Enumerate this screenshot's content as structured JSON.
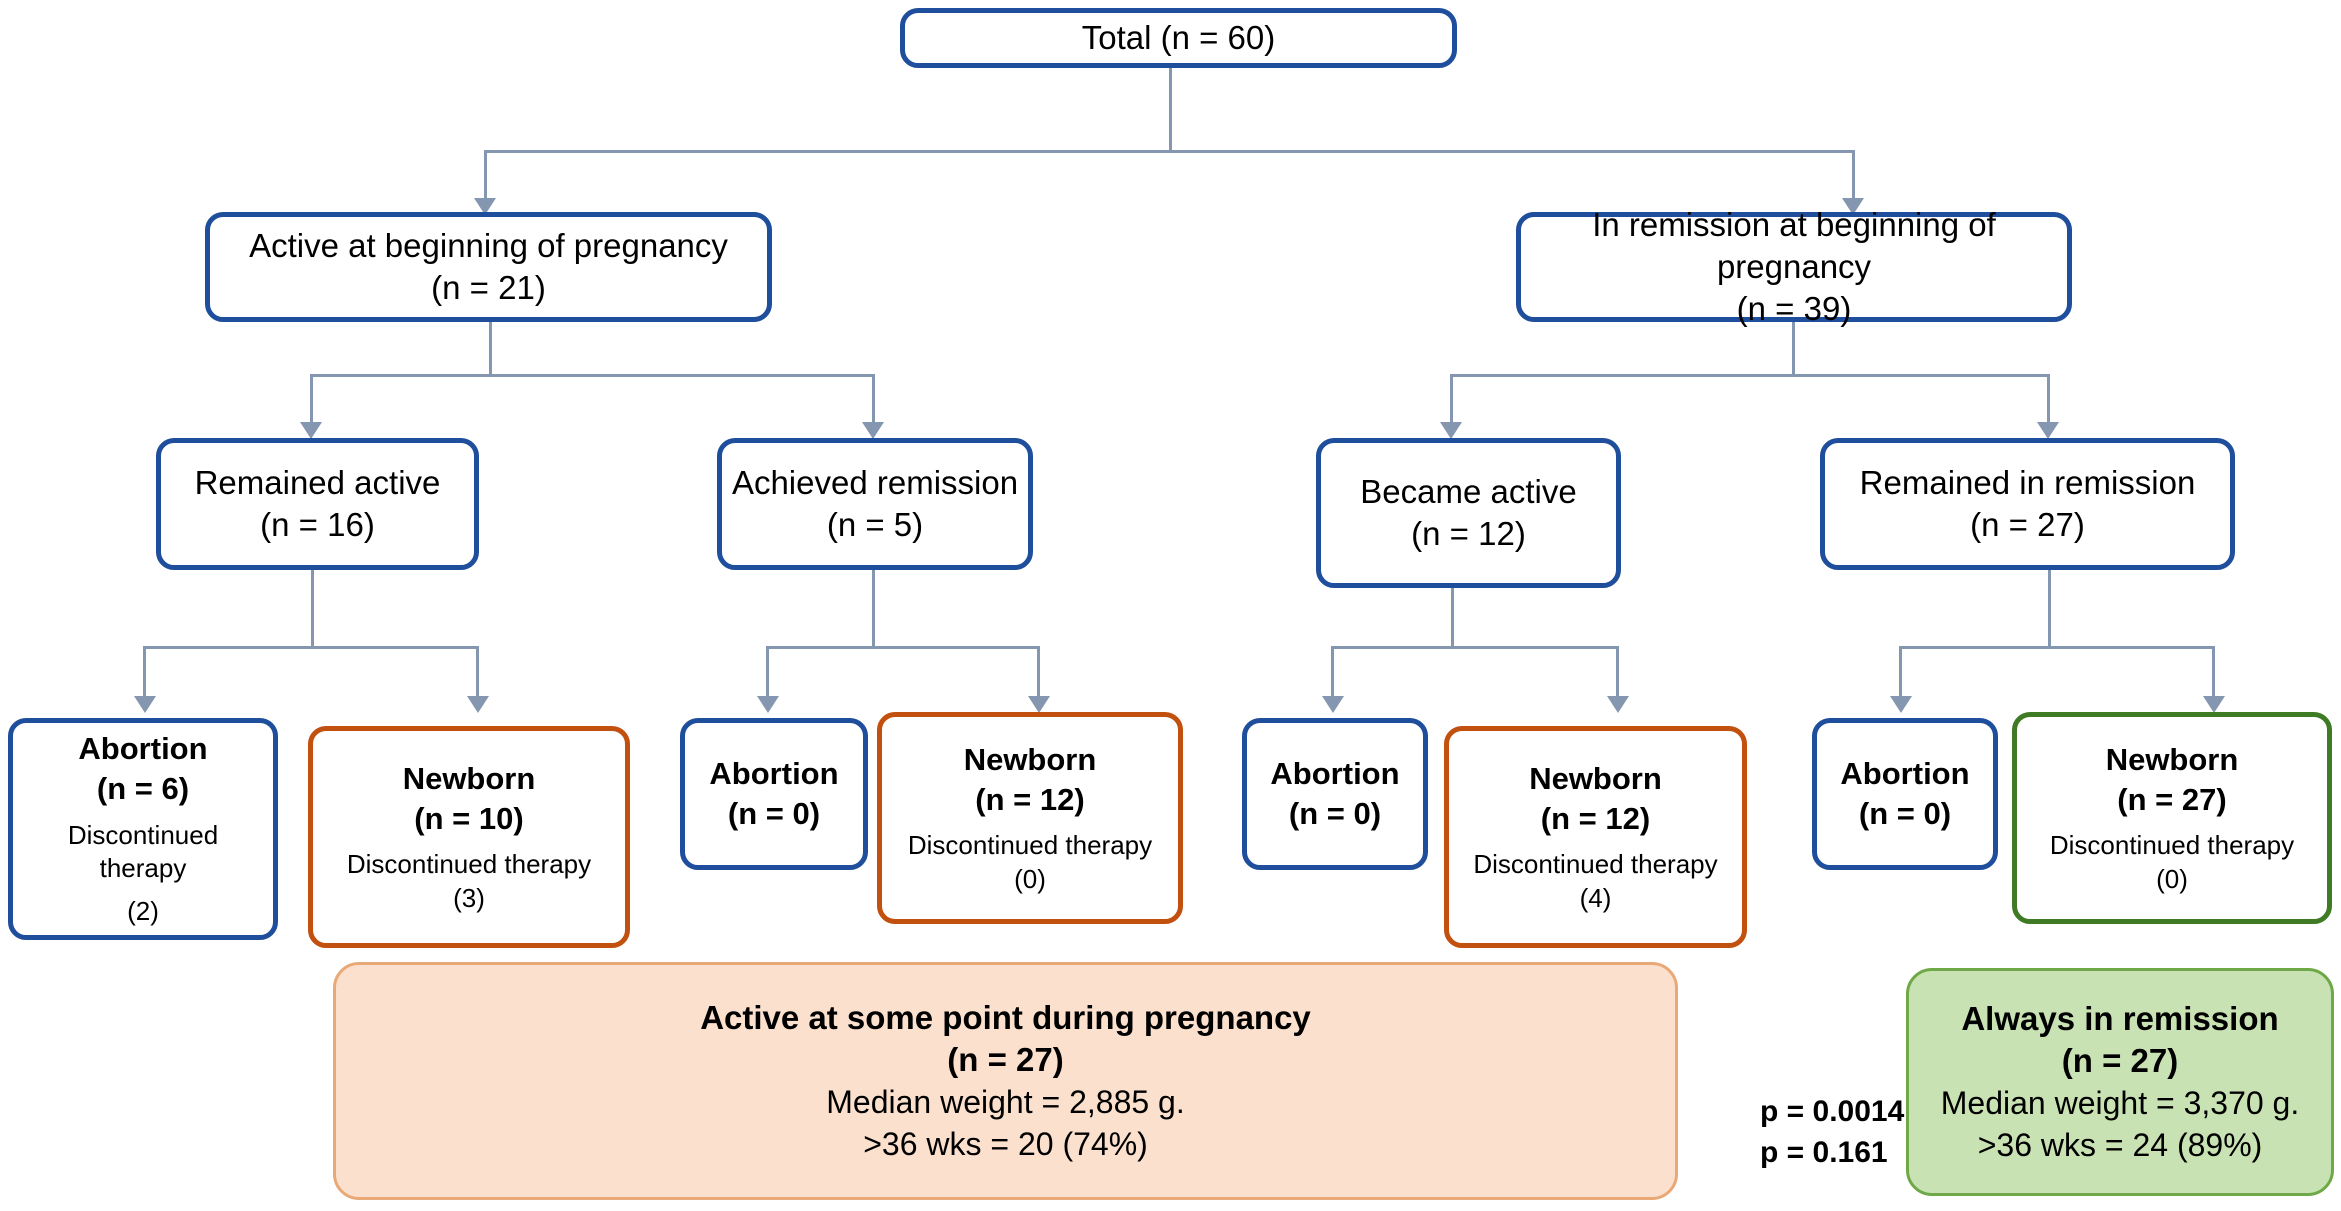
{
  "diagram": {
    "title": "Pregnancy outcome flowchart",
    "colors": {
      "blue_border": "#1F4E9C",
      "orange_border": "#C2500E",
      "green_border": "#3F7B25",
      "connector": "#8496B0",
      "peach_fill": "#FBE0CE",
      "peach_border": "#E8A977",
      "green_fill": "#C9E2B3",
      "green_border_fill": "#6FA846"
    }
  },
  "root": {
    "label": "Total (n = 60)"
  },
  "level2": [
    {
      "line1": "Active at beginning of pregnancy",
      "line2": "(n = 21)"
    },
    {
      "line1": "In remission at beginning of pregnancy",
      "line2": "(n = 39)"
    }
  ],
  "level3": [
    {
      "line1": "Remained active",
      "line2": "(n = 16)"
    },
    {
      "line1": "Achieved remission",
      "line2": "(n = 5)"
    },
    {
      "line1": "Became active",
      "line2": "(n = 12)"
    },
    {
      "line1": "Remained in remission",
      "line2": "(n = 27)"
    }
  ],
  "leaves": [
    {
      "title": "Abortion",
      "count": "(n = 6)",
      "note": "Discontinued therapy",
      "note_value": "(2)",
      "color": "blue"
    },
    {
      "title": "Newborn",
      "count": "(n = 10)",
      "note": "Discontinued therapy",
      "note_value": "(3)",
      "color": "orange"
    },
    {
      "title": "Abortion",
      "count": "(n = 0)",
      "note": "",
      "note_value": "",
      "color": "blue"
    },
    {
      "title": "Newborn",
      "count": "(n = 12)",
      "note": "Discontinued therapy",
      "note_value": "(0)",
      "color": "orange"
    },
    {
      "title": "Abortion",
      "count": "(n = 0)",
      "note": "",
      "note_value": "",
      "color": "blue"
    },
    {
      "title": "Newborn",
      "count": "(n = 12)",
      "note": "Discontinued therapy",
      "note_value": "(4)",
      "color": "orange"
    },
    {
      "title": "Abortion",
      "count": "(n = 0)",
      "note": "",
      "note_value": "",
      "color": "blue"
    },
    {
      "title": "Newborn",
      "count": "(n = 27)",
      "note": "Discontinued therapy",
      "note_value": "(0)",
      "color": "green"
    }
  ],
  "summary_left": {
    "title": "Active at some point during pregnancy",
    "count": "(n = 27)",
    "median_weight": "Median weight = 2,885 g.",
    "weeks": ">36 wks = 20 (74%)"
  },
  "summary_right": {
    "title": "Always in remission",
    "count": "(n = 27)",
    "median_weight": "Median weight = 3,370 g.",
    "weeks": ">36 wks = 24 (89%)"
  },
  "pvalues": {
    "p1": "p = 0.0014",
    "p2": "p = 0.161"
  }
}
